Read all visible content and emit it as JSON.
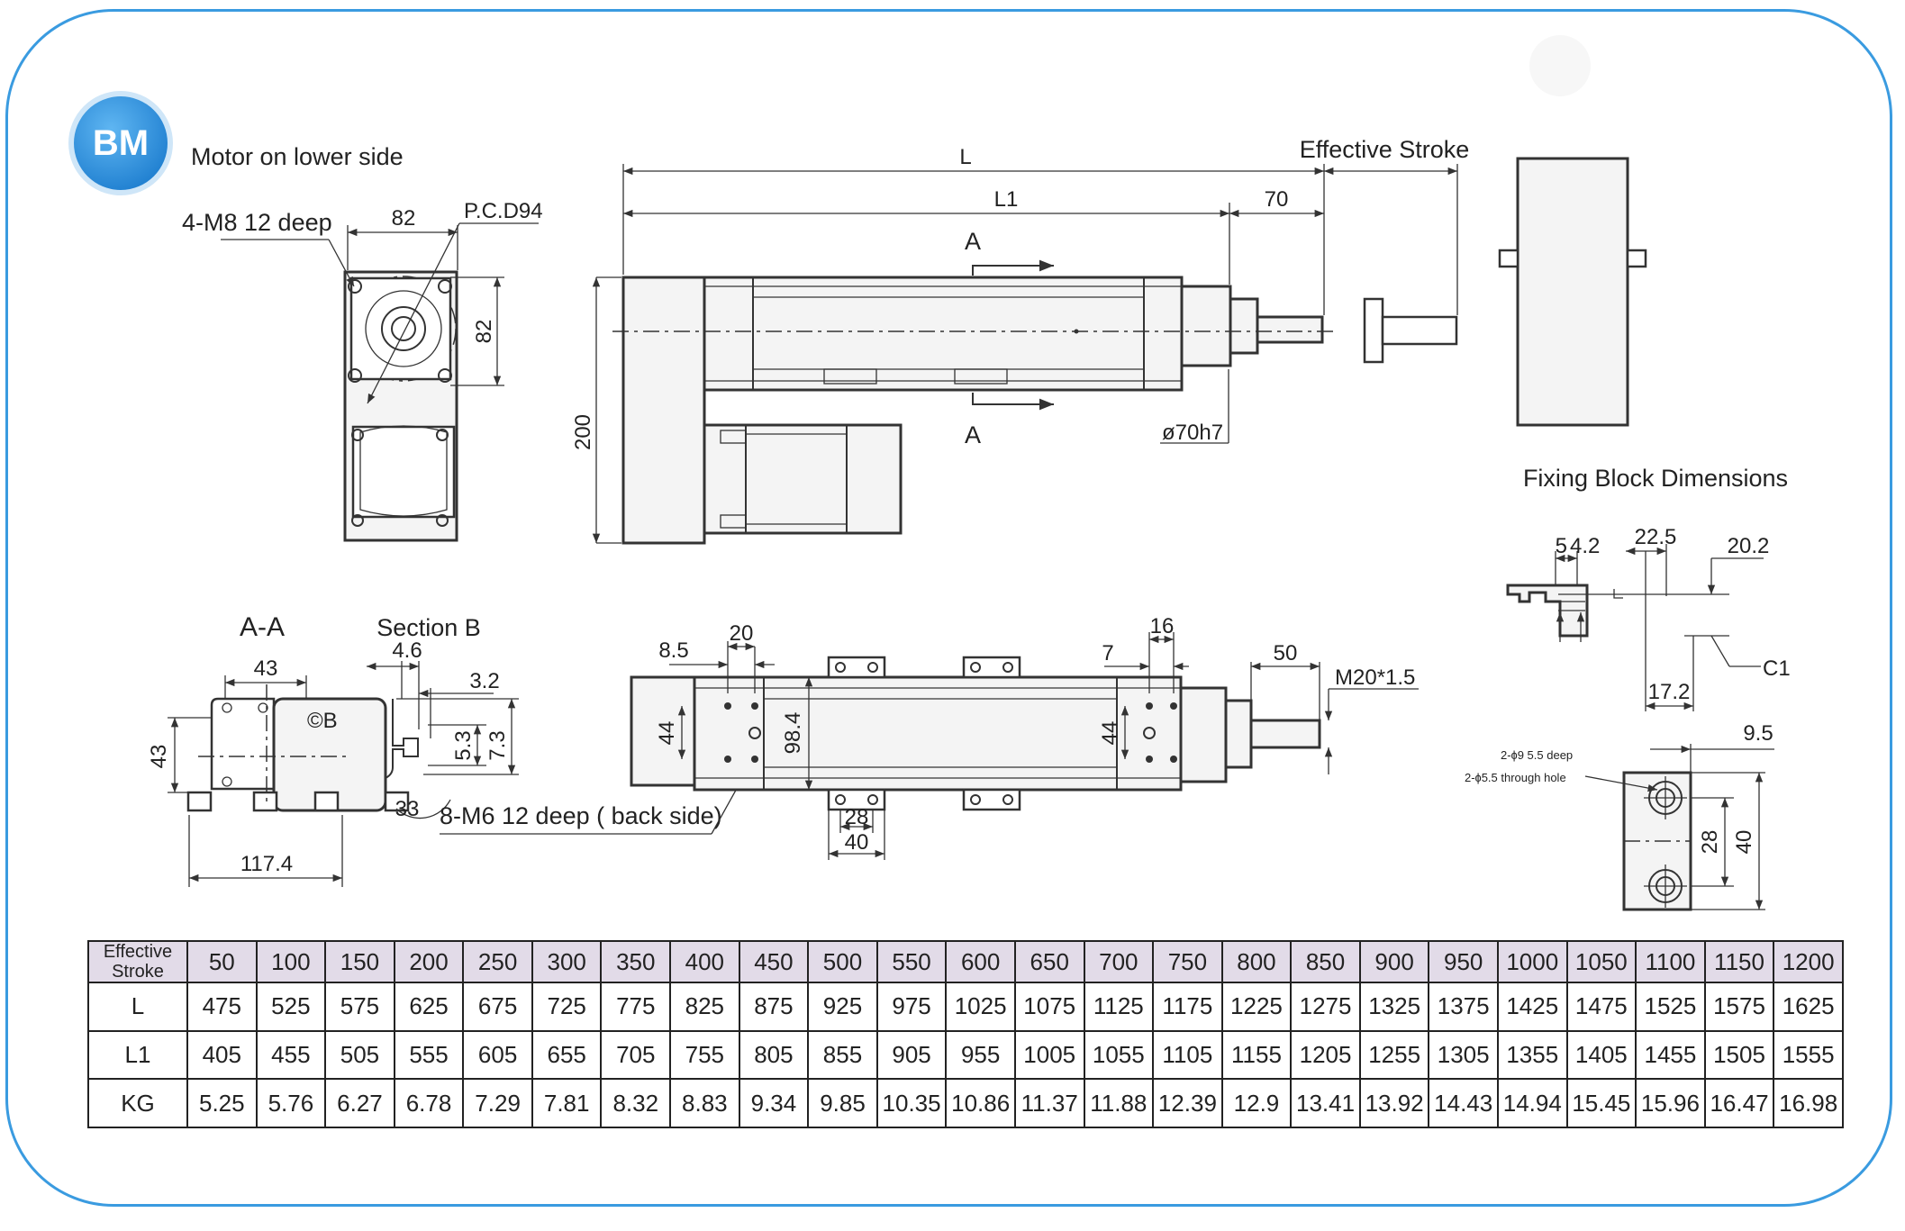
{
  "badge": {
    "text": "BM",
    "color": "#2f93df"
  },
  "subtitle": "Motor on lower side",
  "labels": {
    "effective_stroke": "Effective Stroke",
    "fixing_block_title": "Fixing Block Dimensions",
    "section_aa": "A-A",
    "section_b": "Section B",
    "mark_a_top": "A",
    "mark_a_bottom": "A",
    "four_m8": "4-M8 12 deep",
    "pcd": "P.C.D94",
    "eight_m6": "8-M6 12 deep ( back side)",
    "phi70": "ø70h7",
    "m20": "M20*1.5",
    "b_mark": "©B",
    "c1": "C1",
    "hole_note_1": "2-ɸ9 5.5 deep",
    "hole_note_2": "2-ɸ5.5 through hole"
  },
  "dims": {
    "d82_h": "82",
    "d82_v": "82",
    "L": "L",
    "L1": "L1",
    "d70": "70",
    "d200": "200",
    "d43_top": "43",
    "d43_side": "43",
    "d117_4": "117.4",
    "d4_6": "4.6",
    "d3_2": "3.2",
    "d5_3": "5.3",
    "d7_3": "7.3",
    "d33": "33",
    "d8_5": "8.5",
    "d20": "20",
    "d44_left": "44",
    "d98_4": "98.4",
    "d28": "28",
    "d40": "40",
    "d7": "7",
    "d16": "16",
    "d44_right": "44",
    "d50": "50",
    "fb_5": "5",
    "fb_4_2": "4.2",
    "fb_22_5": "22.5",
    "fb_20_2": "20.2",
    "fb_17_2": "17.2",
    "fb_9_5": "9.5",
    "fb_28": "28",
    "fb_40": "40"
  },
  "table": {
    "header_label": [
      "Effective",
      "Stroke"
    ],
    "strokes": [
      "50",
      "100",
      "150",
      "200",
      "250",
      "300",
      "350",
      "400",
      "450",
      "500",
      "550",
      "600",
      "650",
      "700",
      "750",
      "800",
      "850",
      "900",
      "950",
      "1000",
      "1050",
      "1100",
      "1150",
      "1200"
    ],
    "rows": [
      {
        "label": "L",
        "values": [
          "475",
          "525",
          "575",
          "625",
          "675",
          "725",
          "775",
          "825",
          "875",
          "925",
          "975",
          "1025",
          "1075",
          "1125",
          "1175",
          "1225",
          "1275",
          "1325",
          "1375",
          "1425",
          "1475",
          "1525",
          "1575",
          "1625"
        ]
      },
      {
        "label": "L1",
        "values": [
          "405",
          "455",
          "505",
          "555",
          "605",
          "655",
          "705",
          "755",
          "805",
          "855",
          "905",
          "955",
          "1005",
          "1055",
          "1105",
          "1155",
          "1205",
          "1255",
          "1305",
          "1355",
          "1405",
          "1455",
          "1505",
          "1555"
        ]
      },
      {
        "label": "KG",
        "values": [
          "5.25",
          "5.76",
          "6.27",
          "6.78",
          "7.29",
          "7.81",
          "8.32",
          "8.83",
          "9.34",
          "9.85",
          "10.35",
          "10.86",
          "11.37",
          "11.88",
          "12.39",
          "12.9",
          "13.41",
          "13.92",
          "14.43",
          "14.94",
          "15.45",
          "15.96",
          "16.47",
          "16.98"
        ]
      }
    ]
  }
}
